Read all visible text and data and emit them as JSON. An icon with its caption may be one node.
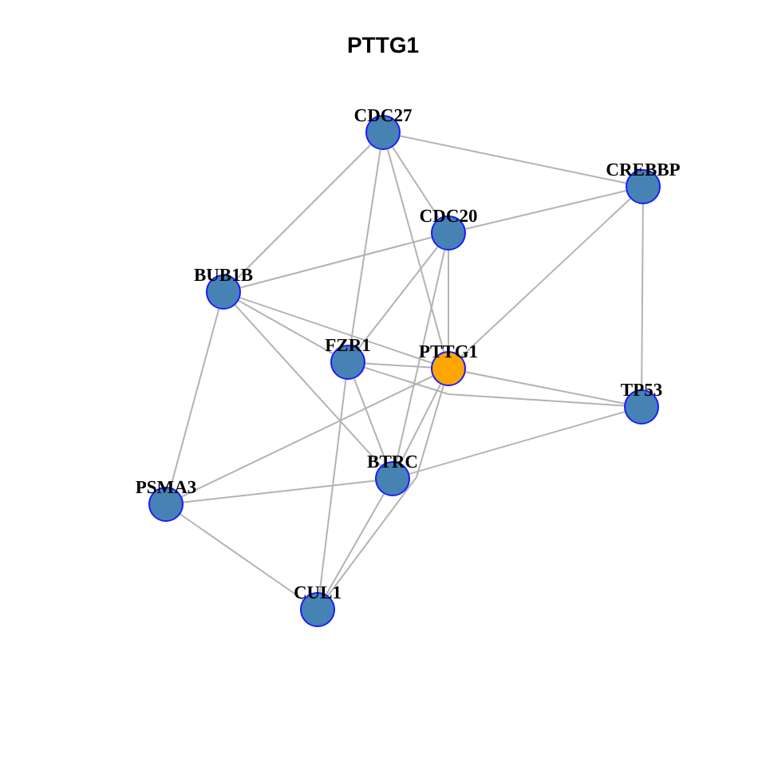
{
  "diagram": {
    "title": "PTTG1",
    "nodes": [
      {
        "text": [
          "CDC27"
        ]
      },
      {
        "text": [
          "CREBBP"
        ]
      },
      {
        "text": [
          "CDC20"
        ]
      },
      {
        "text": [
          "BUB1B"
        ]
      },
      {
        "text": [
          "FZR1"
        ]
      },
      {
        "text": [
          "PTTG1"
        ]
      },
      {
        "text": [
          "TP53"
        ]
      },
      {
        "text": [
          "BTRC"
        ]
      },
      {
        "text": [
          "PSMA3"
        ]
      },
      {
        "text": [
          "CUL1"
        ]
      }
    ],
    "edges": [
      {
        "from": 0,
        "to": 1,
        "arrow": "none"
      },
      {
        "from": 0,
        "to": 3,
        "arrow": "none"
      },
      {
        "from": 0,
        "to": 4,
        "arrow": "none"
      },
      {
        "from": 0,
        "to": 2,
        "arrow": "none"
      },
      {
        "from": 0,
        "to": 5,
        "arrow": "none"
      },
      {
        "from": 1,
        "to": 2,
        "arrow": "none"
      },
      {
        "from": 1,
        "to": 5,
        "arrow": "none"
      },
      {
        "from": 1,
        "to": 6,
        "arrow": "none"
      },
      {
        "from": 2,
        "to": 3,
        "arrow": "none"
      },
      {
        "from": 2,
        "to": 4,
        "arrow": "none"
      },
      {
        "from": 2,
        "to": 5,
        "arrow": "none"
      },
      {
        "from": 2,
        "to": 7,
        "arrow": "none"
      },
      {
        "from": 3,
        "to": 4,
        "arrow": "none"
      },
      {
        "from": 3,
        "to": 5,
        "arrow": "none"
      },
      {
        "from": 3,
        "to": 7,
        "arrow": "none"
      },
      {
        "from": 3,
        "to": 8,
        "arrow": "none"
      },
      {
        "from": 4,
        "to": 5,
        "arrow": "none"
      },
      {
        "from": 4,
        "to": 6,
        "arrow": "none"
      },
      {
        "from": 4,
        "to": 7,
        "arrow": "none"
      },
      {
        "from": 4,
        "to": 9,
        "arrow": "none"
      },
      {
        "from": 5,
        "to": 6,
        "arrow": "none"
      },
      {
        "from": 5,
        "to": 8,
        "arrow": "none"
      },
      {
        "from": 5,
        "to": 7,
        "arrow": "none"
      },
      {
        "from": 5,
        "to": 9,
        "arrow": "none"
      },
      {
        "from": 6,
        "to": 7,
        "arrow": "none"
      },
      {
        "from": 7,
        "to": 8,
        "arrow": "none"
      },
      {
        "from": 7,
        "to": 9,
        "arrow": "none"
      },
      {
        "from": 8,
        "to": 9,
        "arrow": "none"
      }
    ]
  }
}
